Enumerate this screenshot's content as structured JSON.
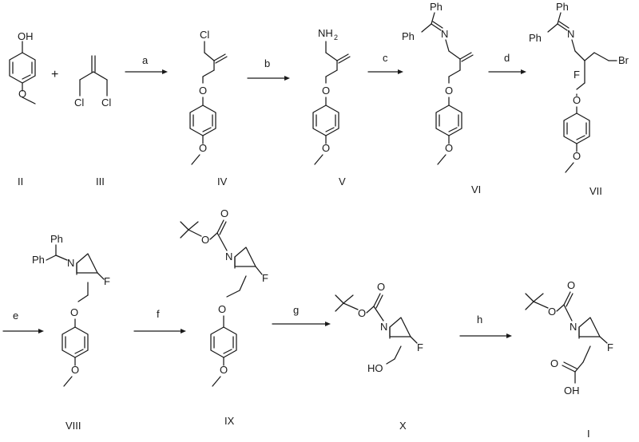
{
  "labels": {
    "II": "II",
    "III": "III",
    "IV": "IV",
    "V": "V",
    "VI": "VI",
    "VII": "VII",
    "VIII": "VIII",
    "IX": "IX",
    "X": "X",
    "I": "I"
  },
  "steps": {
    "a": "a",
    "b": "b",
    "c": "c",
    "d": "d",
    "e": "e",
    "f": "f",
    "g": "g",
    "h": "h"
  },
  "atoms": {
    "OH": "OH",
    "O": "O",
    "Cl": "Cl",
    "N": "N",
    "NH": "NH",
    "two": "2",
    "Ph": "Ph",
    "F": "F",
    "Br": "Br",
    "HO": "HO",
    "OH_acid": "OH",
    "plus": "+"
  }
}
